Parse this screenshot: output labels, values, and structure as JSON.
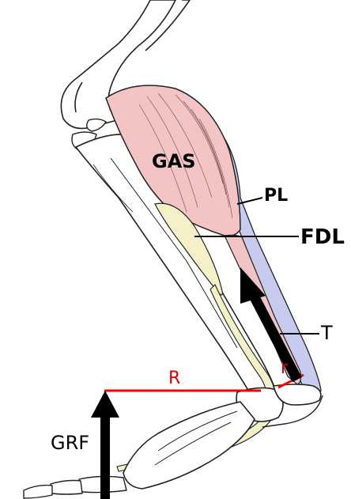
{
  "labels": {
    "gas": "GAS",
    "pl": "PL",
    "fdl": "FDL",
    "t": "T",
    "big_r": "R",
    "small_r": "r",
    "grf": "GRF"
  },
  "colors": {
    "gastrocnemius": "#f4c4c4",
    "plantaris": "#c6cbef",
    "flexor_digitorum_longus": "#f6f0c8",
    "moment_arm": "#ff0000",
    "force_arrow": "#000000",
    "bone_outline": "#222222"
  }
}
